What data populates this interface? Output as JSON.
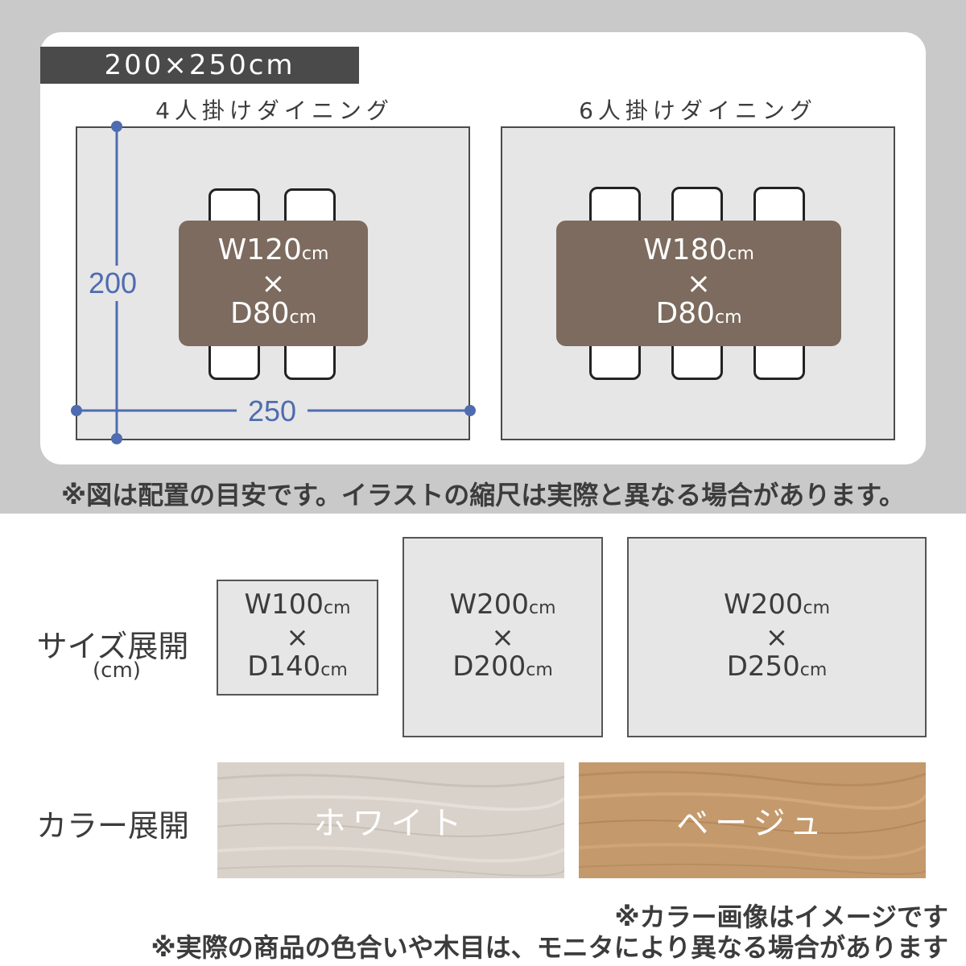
{
  "header": {
    "size_label": "200×250cm"
  },
  "layouts": [
    {
      "title": "4人掛けダイニング",
      "table_w": "W120",
      "table_times": "×",
      "table_d": "D80",
      "unit": "cm"
    },
    {
      "title": "6人掛けダイニング",
      "table_w": "W180",
      "table_times": "×",
      "table_d": "D80",
      "unit": "cm"
    }
  ],
  "dimensions": {
    "height": "200",
    "width": "250"
  },
  "note_main": "※図は配置の目安です。イラストの縮尺は実際と異なる場合があります。",
  "size_row": {
    "label": "サイズ展開",
    "sub": "(cm)",
    "sizes": [
      {
        "w": "W100",
        "times": "×",
        "d": "D140",
        "unit": "cm"
      },
      {
        "w": "W200",
        "times": "×",
        "d": "D200",
        "unit": "cm"
      },
      {
        "w": "W200",
        "times": "×",
        "d": "D250",
        "unit": "cm"
      }
    ]
  },
  "color_row": {
    "label": "カラー展開",
    "colors": [
      {
        "name": "ホワイト",
        "hex": "#d8d2ca"
      },
      {
        "name": "ベージュ",
        "hex": "#c49a6c"
      }
    ]
  },
  "notes": [
    "※カラー画像はイメージです",
    "※実際の商品の色合いや木目は、モニタにより異なる場合があります"
  ],
  "colors": {
    "dimension_line": "#4f6cb0",
    "table": "#7c6b5e",
    "rug": "#e6e6e6"
  }
}
